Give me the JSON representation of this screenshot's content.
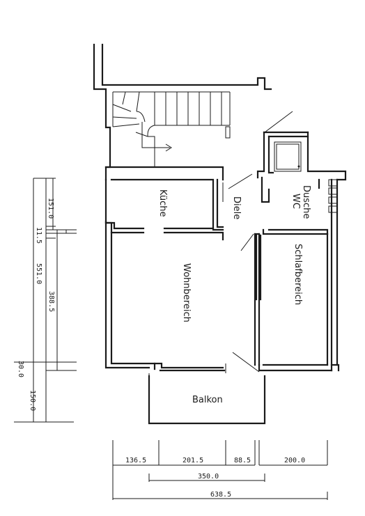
{
  "rooms": {
    "kueche": "Küche",
    "diele": "Diele",
    "dusche": "Dusche",
    "wc": "WC",
    "wohnbereich": "Wohnbereich",
    "schlafbereich": "Schlafbereich",
    "balkon": "Balkon"
  },
  "dimensions": {
    "vertical": [
      "151.0",
      "11.5",
      "551.0",
      "388.5",
      "30.0",
      "150.0"
    ],
    "bottom_row": [
      "136.5",
      "201.5",
      "88.5",
      "200.0"
    ],
    "middle": "350.0",
    "total": "638.5"
  }
}
